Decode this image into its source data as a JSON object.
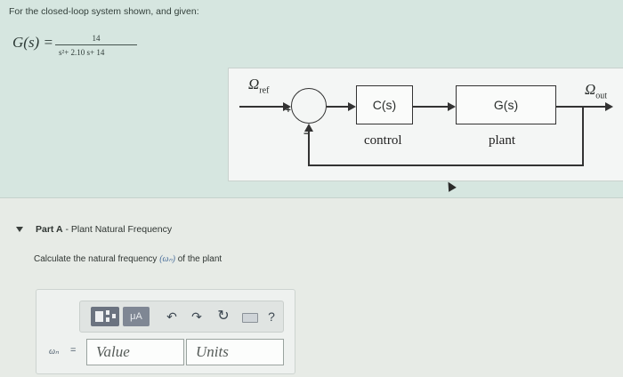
{
  "problem": {
    "intro": "For the closed-loop system shown, and given:",
    "tf_label": "G(s) =",
    "tf_numerator": "14",
    "tf_denominator": "s²+ 2.10 s+ 14"
  },
  "diagram": {
    "input_symbol": "Ω",
    "input_sub": "ref",
    "output_symbol": "Ω",
    "output_sub": "out",
    "plus_sign": "+",
    "minus_sign": "−",
    "controller_block": "C(s)",
    "controller_label": "control",
    "plant_block": "G(s)",
    "plant_label": "plant"
  },
  "part_a": {
    "prefix": "Part A",
    "title": " - Plant Natural Frequency",
    "instruction_pre": "Calculate the natural frequency ",
    "instruction_sym": "(ωₙ)",
    "instruction_post": " of the plant"
  },
  "answer": {
    "label": "ωₙ",
    "equals": "=",
    "value_placeholder": "Value",
    "units_placeholder": "Units",
    "toolbar": {
      "templates_icon": "templates-icon",
      "units_label": "μA",
      "undo_glyph": "↶",
      "redo_glyph": "↷",
      "reset_glyph": "↻",
      "keyboard_icon": "keyboard-icon",
      "help_label": "?"
    }
  }
}
